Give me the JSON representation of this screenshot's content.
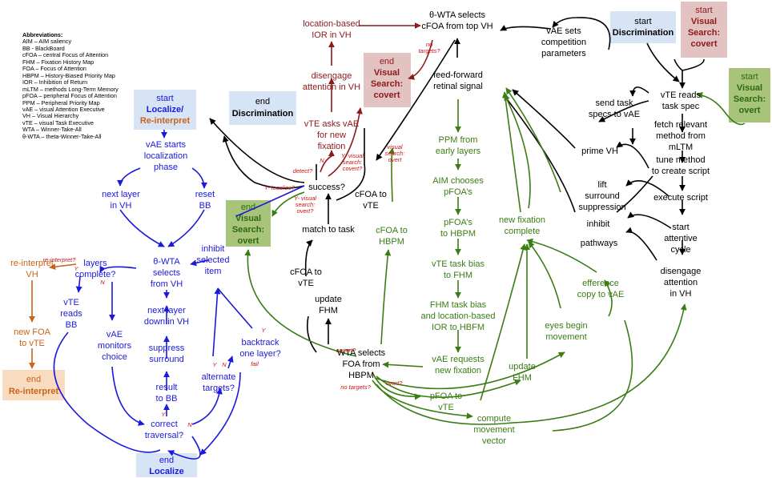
{
  "abbreviations": {
    "title": "Abbreviations:",
    "items": [
      "AIM – AIM saliency",
      "BB - BlackBoard",
      "cFOA – central Focus of Attention",
      "FHM – Fixation History Map",
      "FOA – Focus of Attention",
      "HBPM – History-Biased Priority Map",
      "IOR – Inhibition of Return",
      "mLTM – methods Long-Term Memory",
      "pFOA – peripheral Focus of Attention",
      "PPM – Peripheral Priority Map",
      "vAE – visual Attention Executive",
      "VH – Visual Hierarchy",
      "vTE – visual Task Executive",
      "WTA – Winner-Take-All",
      "θ-WTA – theta-Winner-Take-All"
    ]
  },
  "colors": {
    "black": "#000000",
    "blue": "#1a1adc",
    "green": "#3a7d15",
    "darkred": "#8b1a1a",
    "orange": "#c8631a",
    "condition": "#c81414",
    "box_blue": "#d6e4f5",
    "box_pink": "#e3c3c1",
    "box_green": "#a7c47a",
    "box_orange": "#f9dcc0"
  },
  "boxes": {
    "start_discrimination": {
      "line1": "start",
      "line2": "Discrimination"
    },
    "start_visual_search_covert": {
      "line1": "start",
      "line2": "Visual",
      "line3": "Search:",
      "line4": "covert"
    },
    "start_visual_search_overt": {
      "line1": "start",
      "line2": "Visual",
      "line3": "Search:",
      "line4": "overt"
    },
    "end_visual_search_covert": {
      "line1": "end",
      "line2": "Visual",
      "line3": "Search:",
      "line4": "covert"
    },
    "end_discrimination": {
      "line1": "end",
      "line2": "Discrimination"
    },
    "start_localize": {
      "line1": "start",
      "line2": "Localize/",
      "line3": "Re-interpret"
    },
    "end_visual_search_overt": {
      "line1": "end",
      "line2": "Visual",
      "line3": "Search:",
      "line4": "overt"
    },
    "end_reinterpret": {
      "line1": "end",
      "line2": "Re-interpret"
    },
    "end_localize": {
      "line1": "end",
      "line2": "Localize"
    }
  },
  "nodes": {
    "theta_wta_top": [
      "θ-WTA selects",
      "cFOA from top VH"
    ],
    "location_ior": [
      "location-based",
      "IOR in VH"
    ],
    "disengage_vh_mid": [
      "disengage",
      "attention in VH"
    ],
    "vte_asks_vae": [
      "vTE asks vAE",
      "for new",
      "fixation"
    ],
    "feed_forward": [
      "feed-forward",
      "retinal signal"
    ],
    "vae_sets": [
      "vAE sets",
      "competition",
      "parameters"
    ],
    "vte_reads_spec": [
      "vTE reads",
      "task spec"
    ],
    "fetch_method": [
      "fetch relevant",
      "method from",
      "mLTM"
    ],
    "tune_method": [
      "tune method",
      "to create script"
    ],
    "execute_script": [
      "execute script"
    ],
    "start_attentive": [
      "start",
      "attentive",
      "cycle"
    ],
    "disengage_vh_right": [
      "disengage",
      "attention",
      "in VH"
    ],
    "send_task_specs": [
      "send task",
      "specs to vAE"
    ],
    "prime_vh": [
      "prime VH"
    ],
    "lift_surround": [
      "lift",
      "surround",
      "suppression"
    ],
    "inhibit": [
      "inhibit"
    ],
    "pathways": [
      "pathways"
    ],
    "ppm_early": [
      "PPM from",
      "early layers"
    ],
    "aim_chooses": [
      "AIM chooses",
      "pFOA’s"
    ],
    "pfoas_hbpm": [
      "pFOA’s",
      "to HBPM"
    ],
    "vte_bias_fhm": [
      "vTE task bias",
      "to FHM"
    ],
    "fhm_bias": [
      "FHM task bias",
      "and location-based",
      "IOR to HBFM"
    ],
    "vae_requests": [
      "vAE requests",
      "new fixation"
    ],
    "success": [
      "success?"
    ],
    "cfoa_vte_mid": [
      "cFOA to",
      "vTE"
    ],
    "cfoa_hbpm": [
      "cFOA to",
      "HBPM"
    ],
    "match_task": [
      "match to task"
    ],
    "cfoa_vte_left": [
      "cFOA to",
      "vTE"
    ],
    "update_fhm_left": [
      "update",
      "FHM"
    ],
    "wta_selects": [
      "WTA selects",
      "FOA from",
      "HBPM"
    ],
    "pfoa_vte": [
      "pFOA to",
      "vTE"
    ],
    "compute_movement": [
      "compute",
      "movement",
      "vector"
    ],
    "update_fhm_right": [
      "update",
      "FHM"
    ],
    "new_fixation_complete": [
      "new fixation",
      "complete"
    ],
    "eyes_begin": [
      "eyes begin",
      "movement"
    ],
    "efference_copy": [
      "efference",
      "copy to vAE"
    ],
    "vae_starts": [
      "vAE starts",
      "localization",
      "phase"
    ],
    "next_layer_vh": [
      "next layer",
      "in VH"
    ],
    "reset_bb": [
      "reset",
      "BB"
    ],
    "theta_wta_vh": [
      "θ-WTA",
      "selects",
      "from VH"
    ],
    "layers_complete": [
      "layers",
      "complete?"
    ],
    "inhibit_selected": [
      "inhibit",
      "selected",
      "item"
    ],
    "next_layer_down": [
      "next layer",
      "down in VH"
    ],
    "suppress_surround": [
      "suppress",
      "surround"
    ],
    "result_bb": [
      "result",
      "to BB"
    ],
    "correct_traversal": [
      "correct",
      "traversal?"
    ],
    "alternate_targets": [
      "alternate",
      "targets?"
    ],
    "backtrack": [
      "backtrack",
      "one layer?"
    ],
    "vte_reads_bb": [
      "vTE",
      "reads",
      "BB"
    ],
    "vae_monitors": [
      "vAE",
      "monitors",
      "choice"
    ],
    "reinterpret_vh": [
      "re-interpret",
      "VH"
    ],
    "new_foa_vte": [
      "new FOA",
      "to vTE"
    ]
  },
  "conditions": {
    "no_targets_top": [
      "no",
      "targets?"
    ],
    "visual_search_overt_1": [
      "visual",
      "search:",
      "overt"
    ],
    "y_visual_search_covert": [
      "Y- visual",
      "search:",
      "covert?"
    ],
    "n_label": [
      "N"
    ],
    "detect": [
      "detect?"
    ],
    "y_localize": [
      "Y- localize?"
    ],
    "y_visual_search_overt": [
      "Y- visual",
      "search:",
      "overt?"
    ],
    "covert": [
      "covert?"
    ],
    "no_targets_bottom": [
      "no targets?"
    ],
    "overt": [
      "overt?"
    ],
    "reinterpret_cond": [
      "re-interpret?"
    ],
    "y_layers": [
      "Y"
    ],
    "n_layers": [
      "N"
    ],
    "y_correct": [
      "Y"
    ],
    "n_correct": [
      "N"
    ],
    "y_alt": [
      "Y"
    ],
    "n_alt": [
      "N"
    ],
    "y_backtrack": [
      "Y"
    ],
    "fail": [
      "fail"
    ]
  }
}
